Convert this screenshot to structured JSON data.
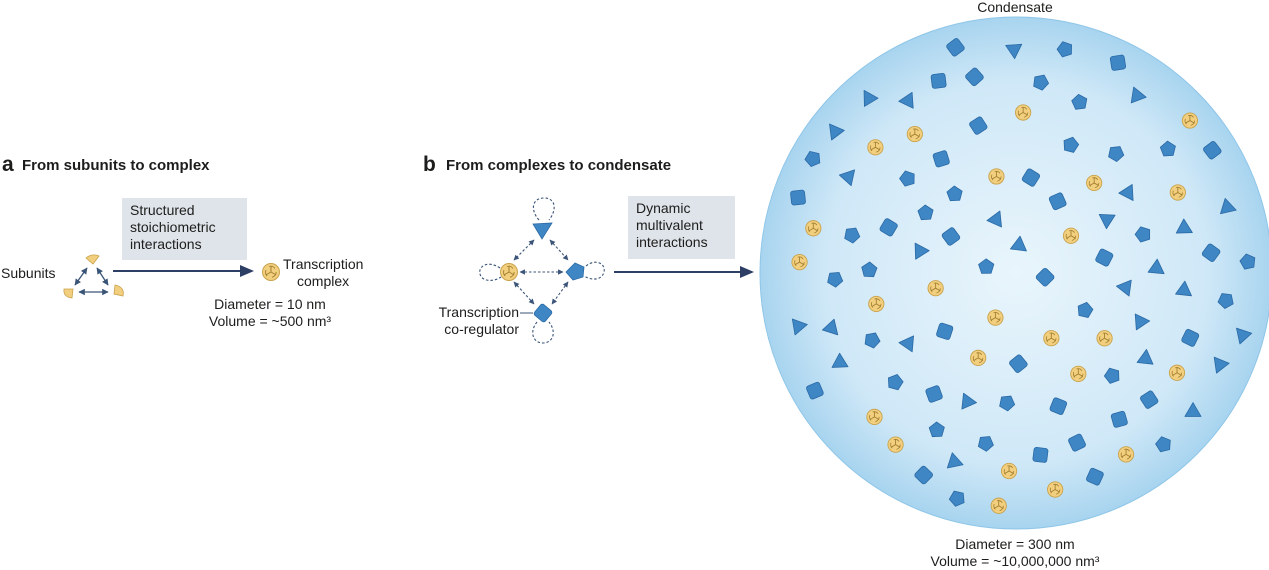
{
  "panel_a": {
    "letter": "a",
    "title": "From subunits to complex",
    "subunits_label": "Subunits",
    "box_line1": "Structured",
    "box_line2": "stoichiometric",
    "box_line3": "interactions",
    "product_line1": "Transcription",
    "product_line2": "complex",
    "diameter": "Diameter = 10 nm",
    "volume": "Volume = ~500 nm³"
  },
  "panel_b": {
    "letter": "b",
    "title": "From complexes to condensate",
    "coreg_line1": "Transcription",
    "coreg_line2": "co-regulator",
    "box_line1": "Dynamic",
    "box_line2": "multivalent",
    "box_line3": "interactions",
    "condensate_label": "Condensate",
    "diameter": "Diameter = 300 nm",
    "volume": "Volume = ~10,000,000 nm³"
  },
  "colors": {
    "complex_yellow": "#f2cf7e",
    "protein_blue": "#3f86c4",
    "arrow_navy": "#2e3f66",
    "condensate_fill": "#c6e3f5",
    "box_grey": "#dfe4ea"
  }
}
